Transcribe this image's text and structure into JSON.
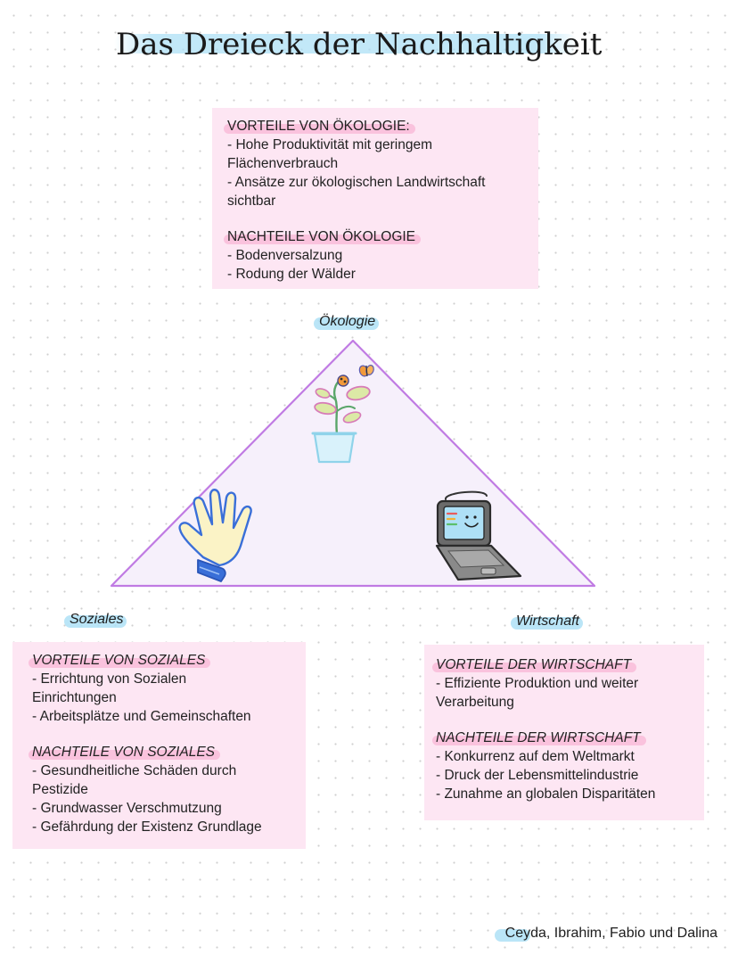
{
  "title": "Das Dreieck der Nachhaltigkeit",
  "vertices": {
    "top": "Ökologie",
    "left": "Soziales",
    "right": "Wirtschaft"
  },
  "oekologie": {
    "pros_heading": "VORTEILE VON ÖKOLOGIE:",
    "pros": [
      "- Hohe Produktivität mit geringem",
      "Flächenverbrauch",
      "- Ansätze zur ökologischen Landwirtschaft",
      "sichtbar"
    ],
    "cons_heading": "NACHTEILE VON ÖKOLOGIE",
    "cons": [
      "- Bodenversalzung",
      "- Rodung der Wälder"
    ]
  },
  "soziales": {
    "pros_heading": "VORTEILE VON SOZIALES",
    "pros": [
      "- Errichtung von Sozialen",
      "Einrichtungen",
      "- Arbeitsplätze und Gemeinschaften"
    ],
    "cons_heading": "NACHTEILE VON SOZIALES",
    "cons": [
      "- Gesundheitliche Schäden durch",
      "Pestizide",
      "- Grundwasser Verschmutzung",
      "- Gefährdung der Existenz Grundlage"
    ]
  },
  "wirtschaft": {
    "pros_heading": "VORTEILE DER WIRTSCHAFT",
    "pros": [
      "- Effiziente Produktion und weiter",
      "Verarbeitung"
    ],
    "cons_heading": "NACHTEILE DER WIRTSCHAFT",
    "cons": [
      "- Konkurrenz auf dem Weltmarkt",
      "- Druck der Lebensmittelindustrie",
      "- Zunahme an globalen Disparitäten"
    ]
  },
  "authors": "Ceyda, Ibrahim, Fabio und Dalina",
  "icons": [
    "plant-pot-icon",
    "butterfly-icon",
    "hand-icon",
    "laptop-icon"
  ],
  "colors": {
    "triangle_stroke": "#c07be3",
    "triangle_fill": "#f6f0fb",
    "box_fill": "#fde6f3",
    "highlight_blue": "#aee0f6",
    "highlight_pink": "#fabeda"
  }
}
